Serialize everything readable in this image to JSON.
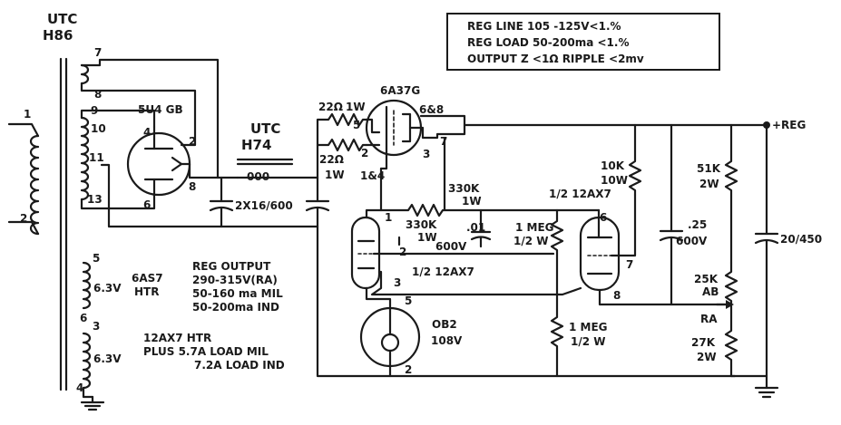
{
  "spec_box": {
    "line1": "REG LINE 105 -125V<1.%",
    "line2": "REG LOAD 50-200ma <1.%",
    "line3": "OUTPUT Z <1Ω RIPPLE <2mv"
  },
  "transformer_h86": {
    "make": "UTC",
    "model": "H86"
  },
  "primary": {
    "pin1": "1",
    "pin2": "2"
  },
  "secondary_pins": {
    "p7": "7",
    "p8": "8",
    "p9": "9",
    "p10": "10",
    "p11": "11",
    "p13": "13"
  },
  "heater1": {
    "pin_top": "5",
    "pin_bot": "6",
    "voltage": "6.3V",
    "label_a": "6AS7",
    "label_b": "HTR"
  },
  "heater2": {
    "pin_top": "3",
    "pin_bot": "4",
    "voltage": "6.3V"
  },
  "rectifier": {
    "type": "5U4 GB",
    "pin4": "4",
    "pin2": "2",
    "pin8": "8",
    "pin6": "6"
  },
  "choke": {
    "make": "UTC",
    "model": "H74",
    "symbol": "000"
  },
  "filter_cap": {
    "value": "2X16/600"
  },
  "series_tube": {
    "type": "6A37G",
    "pin_5": "5",
    "pin_2": "2",
    "pin_1_4": "1&4",
    "pin_3": "3",
    "pin_6_8": "6&8",
    "pin_7": "7"
  },
  "grid_resistors": {
    "r1_value": "22Ω",
    "r1_power": "1W",
    "r2_value": "22Ω",
    "r2_power": "1W"
  },
  "r330k_top": {
    "value": "330K",
    "power": "1W"
  },
  "r330k_mid": {
    "value": "330K",
    "power": "1W"
  },
  "cap_01": {
    "value": ".01",
    "voltage": "600V"
  },
  "r1meg_top": {
    "value": "1 MEG",
    "power": "1/2 W"
  },
  "r1meg_bot": {
    "value": "1 MEG",
    "power": "1/2 W"
  },
  "tube_12ax7_a": {
    "label": "1/2 12AX7",
    "pin1": "1",
    "pin2": "2",
    "pin3": "3"
  },
  "tube_12ax7_b": {
    "label": "1/2 12AX7",
    "pin6": "6",
    "pin7": "7",
    "pin8": "8"
  },
  "r10k": {
    "value": "10K",
    "power": "10W"
  },
  "cap_25": {
    "value": ".25",
    "voltage": "600V"
  },
  "r51k": {
    "value": "51K",
    "power": "2W"
  },
  "pot_25k": {
    "value": "25K",
    "type": "AB",
    "label": "RA"
  },
  "r27k": {
    "value": "27K",
    "power": "2W"
  },
  "output_cap": {
    "value": "20/450"
  },
  "output_terminal": {
    "label": "+REG"
  },
  "vr_tube": {
    "type": "OB2",
    "voltage": "108V",
    "pin5": "5",
    "pin2": "2"
  },
  "reg_output_note": {
    "line1": "REG OUTPUT",
    "line2": "290-315V(RA)",
    "line3": "50-160 ma MIL",
    "line4": "50-200ma IND"
  },
  "htr_note": {
    "line1": "12AX7 HTR",
    "line2": "PLUS 5.7A LOAD MIL",
    "line3": "7.2A LOAD IND"
  }
}
